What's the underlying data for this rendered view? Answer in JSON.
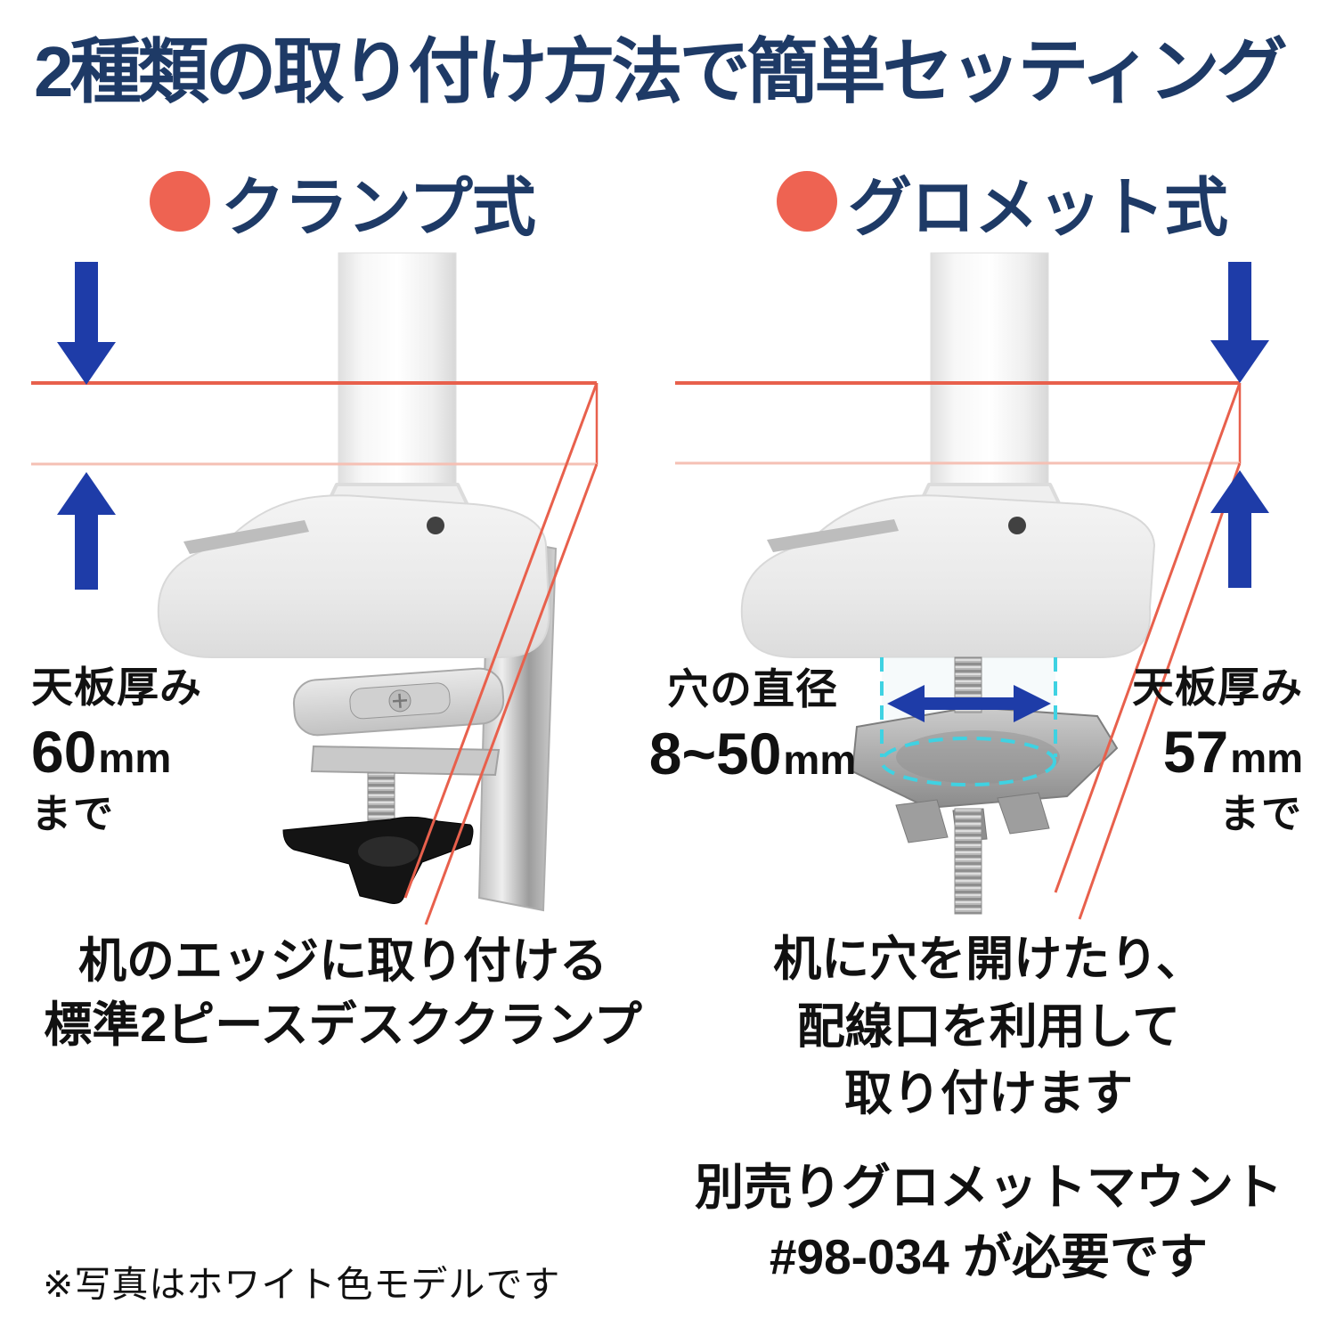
{
  "title": "2種類の取り付け方法で簡単セッティング",
  "colors": {
    "heading_navy": "#1e3a66",
    "bullet_red": "#ee6352",
    "desk_line_red": "#e8604c",
    "desk_line_red_faint": "#f5c0b4",
    "arrow_blue": "#1e3ca8",
    "cylinder_dash_cyan": "#3fd2e2"
  },
  "clamp": {
    "heading": "クランプ式",
    "thickness_label": "天板厚み",
    "thickness_value": "60",
    "thickness_unit": "mm",
    "thickness_limit": "まで",
    "caption_line1": "机のエッジに取り付ける",
    "caption_line2": "標準2ピースデスククランプ"
  },
  "grommet": {
    "heading": "グロメット式",
    "hole_label": "穴の直径",
    "hole_value": "8~50",
    "hole_unit": "mm",
    "thickness_label": "天板厚み",
    "thickness_value": "57",
    "thickness_unit": "mm",
    "thickness_limit": "まで",
    "caption_line1": "机に穴を開けたり、",
    "caption_line2": "配線口を利用して",
    "caption_line3": "取り付けます",
    "note_line1": "別売りグロメットマウント",
    "note_line2": "#98-034 が必要です"
  },
  "footnote": "※写真はホワイト色モデルです"
}
